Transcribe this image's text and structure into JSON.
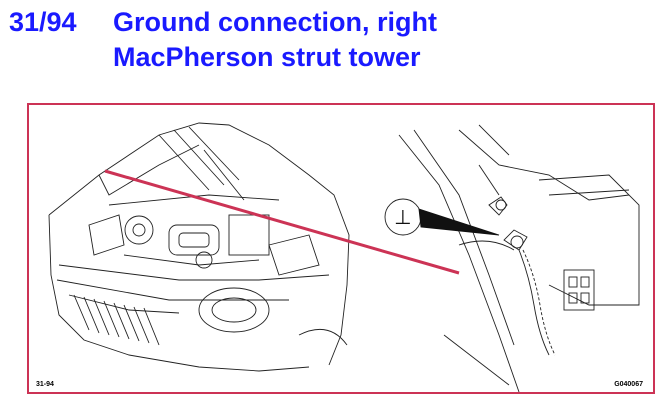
{
  "header": {
    "section_number": "31/94",
    "title_line1": "Ground connection, right",
    "title_line2": "MacPherson strut tower"
  },
  "illustration": {
    "figure_ref": "31-94",
    "image_code": "G040067",
    "ground_symbol": "⊥"
  },
  "colors": {
    "title": "#1a1aff",
    "frame": "#cc3355",
    "leader_line": "#cc3355",
    "drawing": "#222222"
  }
}
